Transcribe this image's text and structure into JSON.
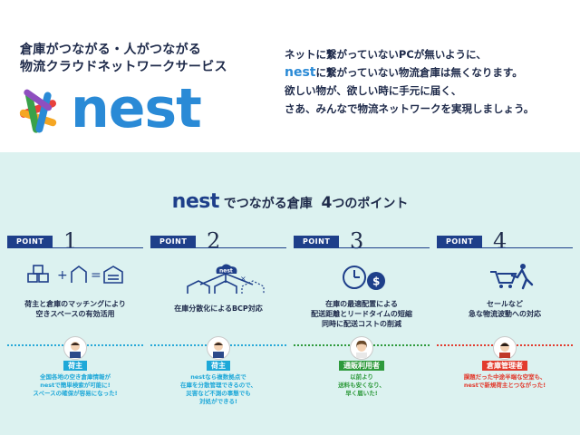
{
  "header": {
    "tagline_line1": "倉庫がつながる・人がつながる",
    "tagline_line2": "物流クラウドネットワークサービス",
    "logo_word": "nest",
    "intro_line1": "ネットに繋がっていないPCが無いように、",
    "intro_line2_brand": "nest",
    "intro_line2_rest": "に繋がっていない物流倉庫は無くなります。",
    "intro_line3": "欲しい物が、欲しい時に手元に届く、",
    "intro_line4": "さあ、みんなで物流ネットワークを実現しましょう。"
  },
  "section": {
    "title_brand": "nest",
    "title_mid": "でつながる倉庫",
    "title_count": "4",
    "title_end": "つのポイント"
  },
  "cards": [
    {
      "tab": "POINT",
      "num": "1",
      "text1": "荷主と倉庫のマッチングにより",
      "text2": "空きスペースの有効活用",
      "text3": "",
      "role": "荷主",
      "role_color": "#1ea8d8",
      "note1": "全国各地の空き倉庫情報が",
      "note2_brand": "nest",
      "note2_rest": "で簡単検索が可能に!",
      "note3": "スペースの確保が容易になった!",
      "note4": "",
      "note_color": "#1ea8d8",
      "icon": "boxes-plus-house-equals-warehouse-icon"
    },
    {
      "tab": "POINT",
      "num": "2",
      "text1": "在庫分散化によるBCP対応",
      "text2": "",
      "text3": "",
      "role": "荷主",
      "role_color": "#1ea8d8",
      "note1_brand": "nest",
      "note1_rest": "なら複数拠点で",
      "note2": "在庫を分散管理できるので、",
      "note3": "災害など不測の事態でも",
      "note4": "対処ができる!",
      "note_color": "#1ea8d8",
      "cloud_label": "nest",
      "icon": "cloud-warehouses-icon"
    },
    {
      "tab": "POINT",
      "num": "3",
      "text1": "在庫の最適配置による",
      "text2": "配送距離とリードタイムの短縮",
      "text3": "同時に配送コストの削減",
      "role": "通販利用者",
      "role_color": "#2e9a3c",
      "note1": "以前より",
      "note2": "送料も安くなり、",
      "note3": "早く届いた!",
      "note4": "",
      "note_color": "#2e9a3c",
      "icon": "clock-coin-icon"
    },
    {
      "tab": "POINT",
      "num": "4",
      "text1": "セールなど",
      "text2": "急な物流波動への対応",
      "text3": "",
      "role": "倉庫管理者",
      "role_color": "#e23b2e",
      "note1": "課題だった中途半端な空室も、",
      "note2_brand": "nest",
      "note2_rest": "で新規荷主とつながった!",
      "note3": "",
      "note4": "",
      "note_color": "#e23b2e",
      "icon": "running-cart-icon"
    }
  ],
  "colors": {
    "navy": "#1e3f8a",
    "brand_blue": "#2a8ad6",
    "mint": "#dcf2f0"
  }
}
